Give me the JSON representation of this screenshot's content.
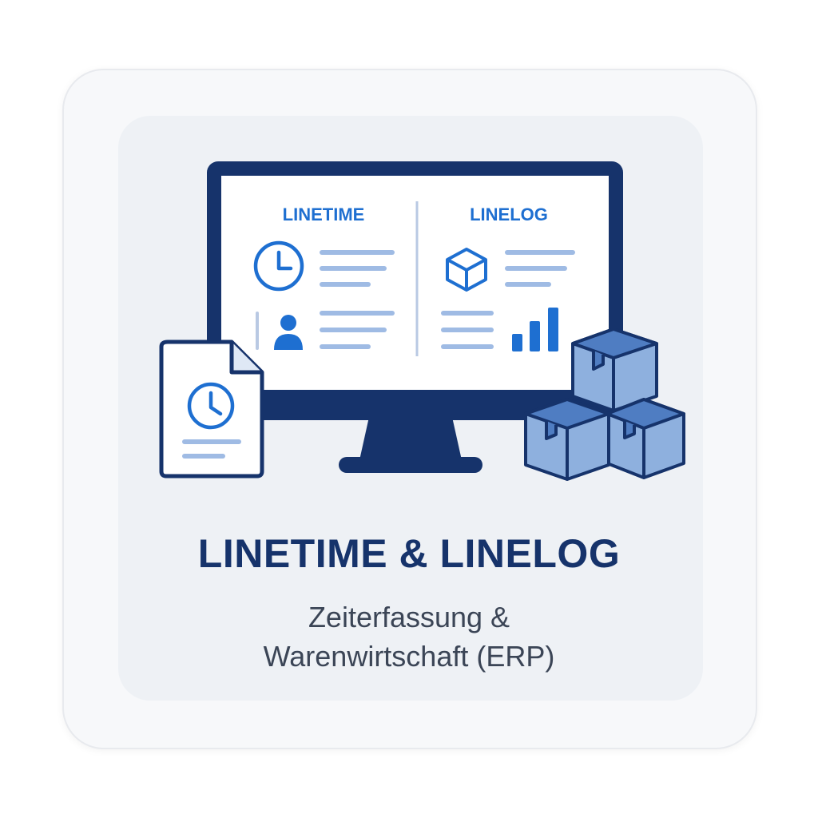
{
  "panels": {
    "left_title": "LINETIME",
    "right_title": "LINELOG"
  },
  "headline": "LINETIME & LINELOG",
  "subtitle": {
    "line1": "Zeiterfassung &",
    "line2": "Warenwirtschaft (ERP)"
  },
  "colors": {
    "navy": "#16336b",
    "accent_blue": "#1e6fd1",
    "light_lines": "#9fbbe4",
    "box_fill": "#8eb0de"
  },
  "icons": [
    "monitor-icon",
    "clock-icon",
    "user-icon",
    "package-box-icon",
    "bar-chart-icon",
    "document-clock-icon",
    "stacked-boxes-icon"
  ]
}
